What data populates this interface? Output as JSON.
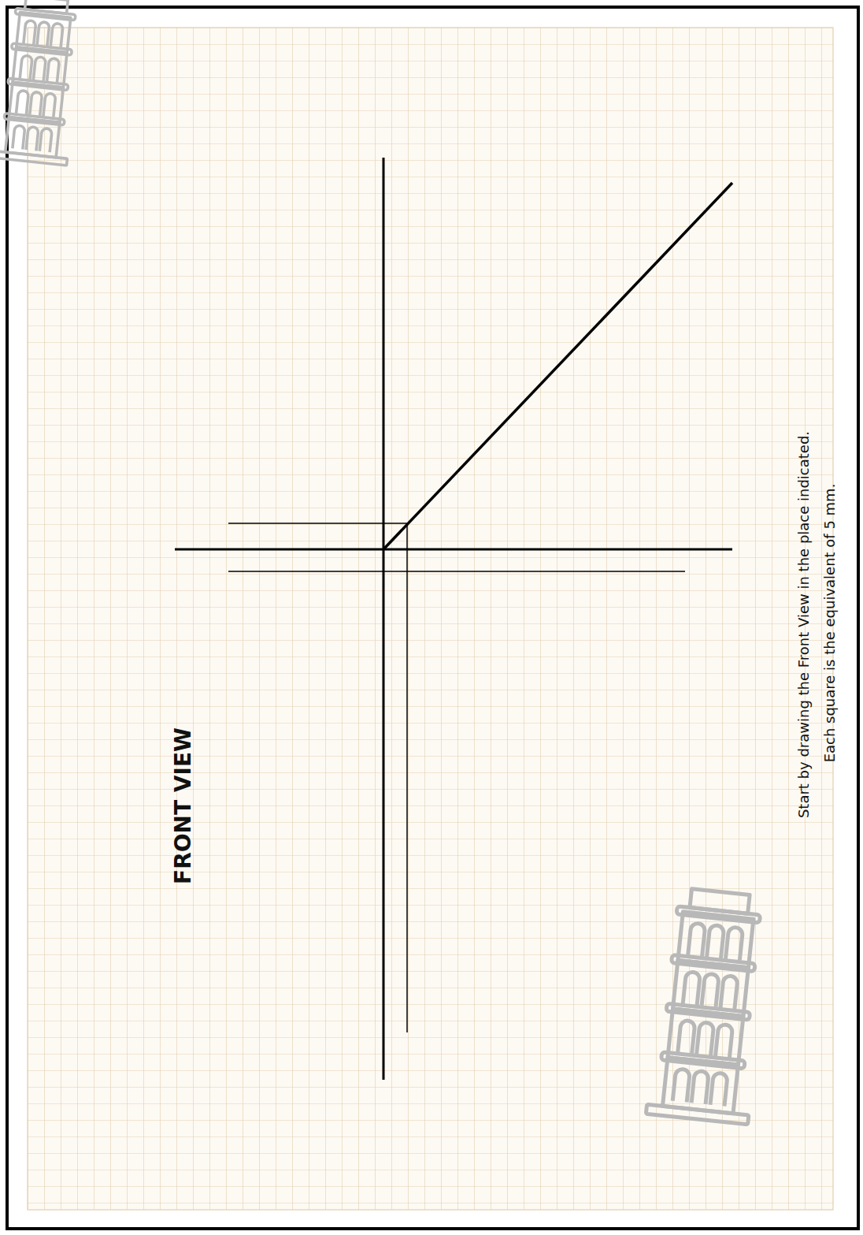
{
  "diagram": {
    "labels": [
      "FRONT VIEW",
      "Start by drawing the Front View in the place indicated.",
      "Each square is the equivalent of 5 mm."
    ]
  }
}
